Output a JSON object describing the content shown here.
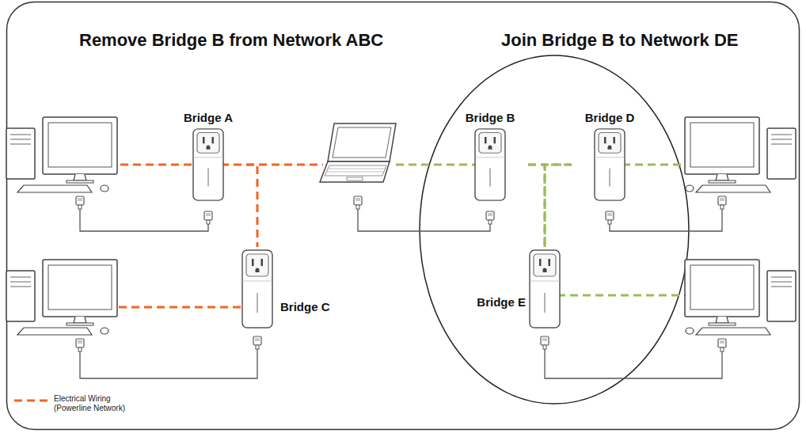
{
  "diagram": {
    "nodes": [
      {
        "text": [
          "Bridge A"
        ]
      },
      {
        "text": [
          "Bridge B"
        ]
      },
      {
        "text": [
          "Bridge D"
        ]
      },
      {
        "text": [
          "Bridge C"
        ]
      },
      {
        "text": [
          "Bridge E"
        ]
      }
    ],
    "edges": [
      {
        "from": 0,
        "to": 3,
        "arrow": "none"
      },
      {
        "from": 1,
        "to": 2,
        "arrow": "none"
      },
      {
        "from": 1,
        "to": 4,
        "arrow": "none"
      },
      {
        "from": 2,
        "to": 4,
        "arrow": "none"
      }
    ],
    "labels": [
      "Remove Bridge B from Network ABC",
      "Join Bridge B to Network DE"
    ],
    "legend": [
      {
        "text": "Electrical Wiring (Powerline Network)"
      }
    ]
  }
}
